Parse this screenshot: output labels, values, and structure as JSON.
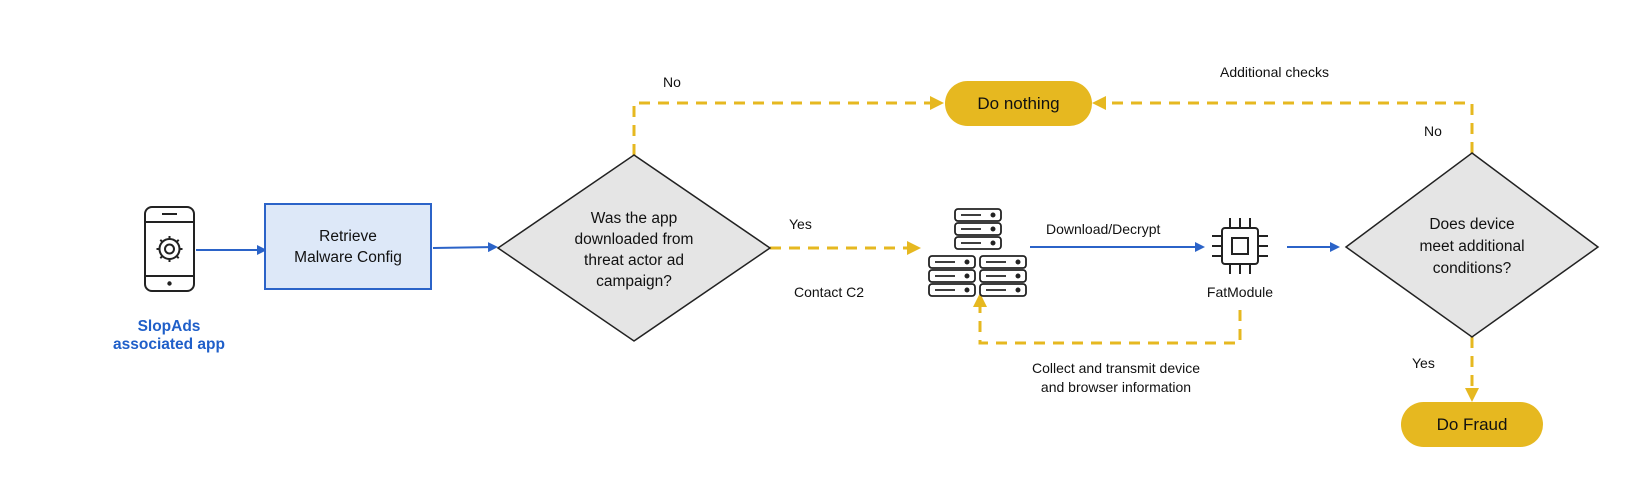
{
  "app": {
    "label_line1": "SlopAds",
    "label_line2": "associated app"
  },
  "nodes": {
    "retrieve_config": [
      "Retrieve",
      "Malware Config"
    ],
    "decision_campaign": [
      "Was the app",
      "downloaded from",
      "threat actor ad",
      "campaign?"
    ],
    "decision_conditions": [
      "Does device",
      "meet additional",
      "conditions?"
    ],
    "do_nothing": "Do nothing",
    "do_fraud": "Do Fraud",
    "fatmodule": "FatModule"
  },
  "edges": {
    "no_left": "No",
    "additional_checks": "Additional checks",
    "no_right": "No",
    "yes_campaign": "Yes",
    "contact_c2": "Contact C2",
    "download_decrypt": "Download/Decrypt",
    "collect_line1": "Collect and transmit device",
    "collect_line2": "and browser information",
    "yes_fraud": "Yes"
  },
  "colors": {
    "accent_yellow": "#e6b820",
    "arrow_blue": "#2b63c8",
    "box_fill": "#dde8f8",
    "box_border": "#2b63c8",
    "diamond_fill": "#e5e5e5",
    "app_label": "#1f5fc9"
  },
  "icons": [
    "smartphone-gear-icon",
    "server-stack-icon",
    "server-stack-icon",
    "server-stack-icon",
    "cpu-chip-icon"
  ]
}
